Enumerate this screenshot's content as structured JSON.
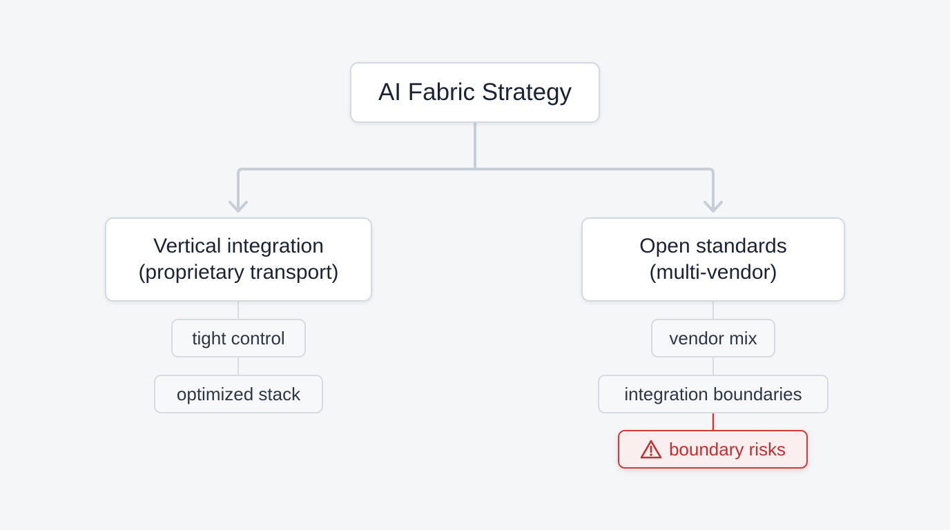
{
  "root": {
    "label": "AI Fabric Strategy"
  },
  "branches": [
    {
      "title": "Vertical integration",
      "subtitle": "(proprietary transport)",
      "items": [
        "tight control",
        "optimized stack"
      ]
    },
    {
      "title": "Open standards",
      "subtitle": "(multi-vendor)",
      "items": [
        "vendor mix",
        "integration boundaries"
      ],
      "risk": {
        "label": "boundary risks",
        "icon": "warning-triangle-icon",
        "color": "#cf3b3b"
      }
    }
  ],
  "colors": {
    "background": "#f4f6f8",
    "connector": "#c8ced6",
    "risk": "#cf3b3b"
  }
}
